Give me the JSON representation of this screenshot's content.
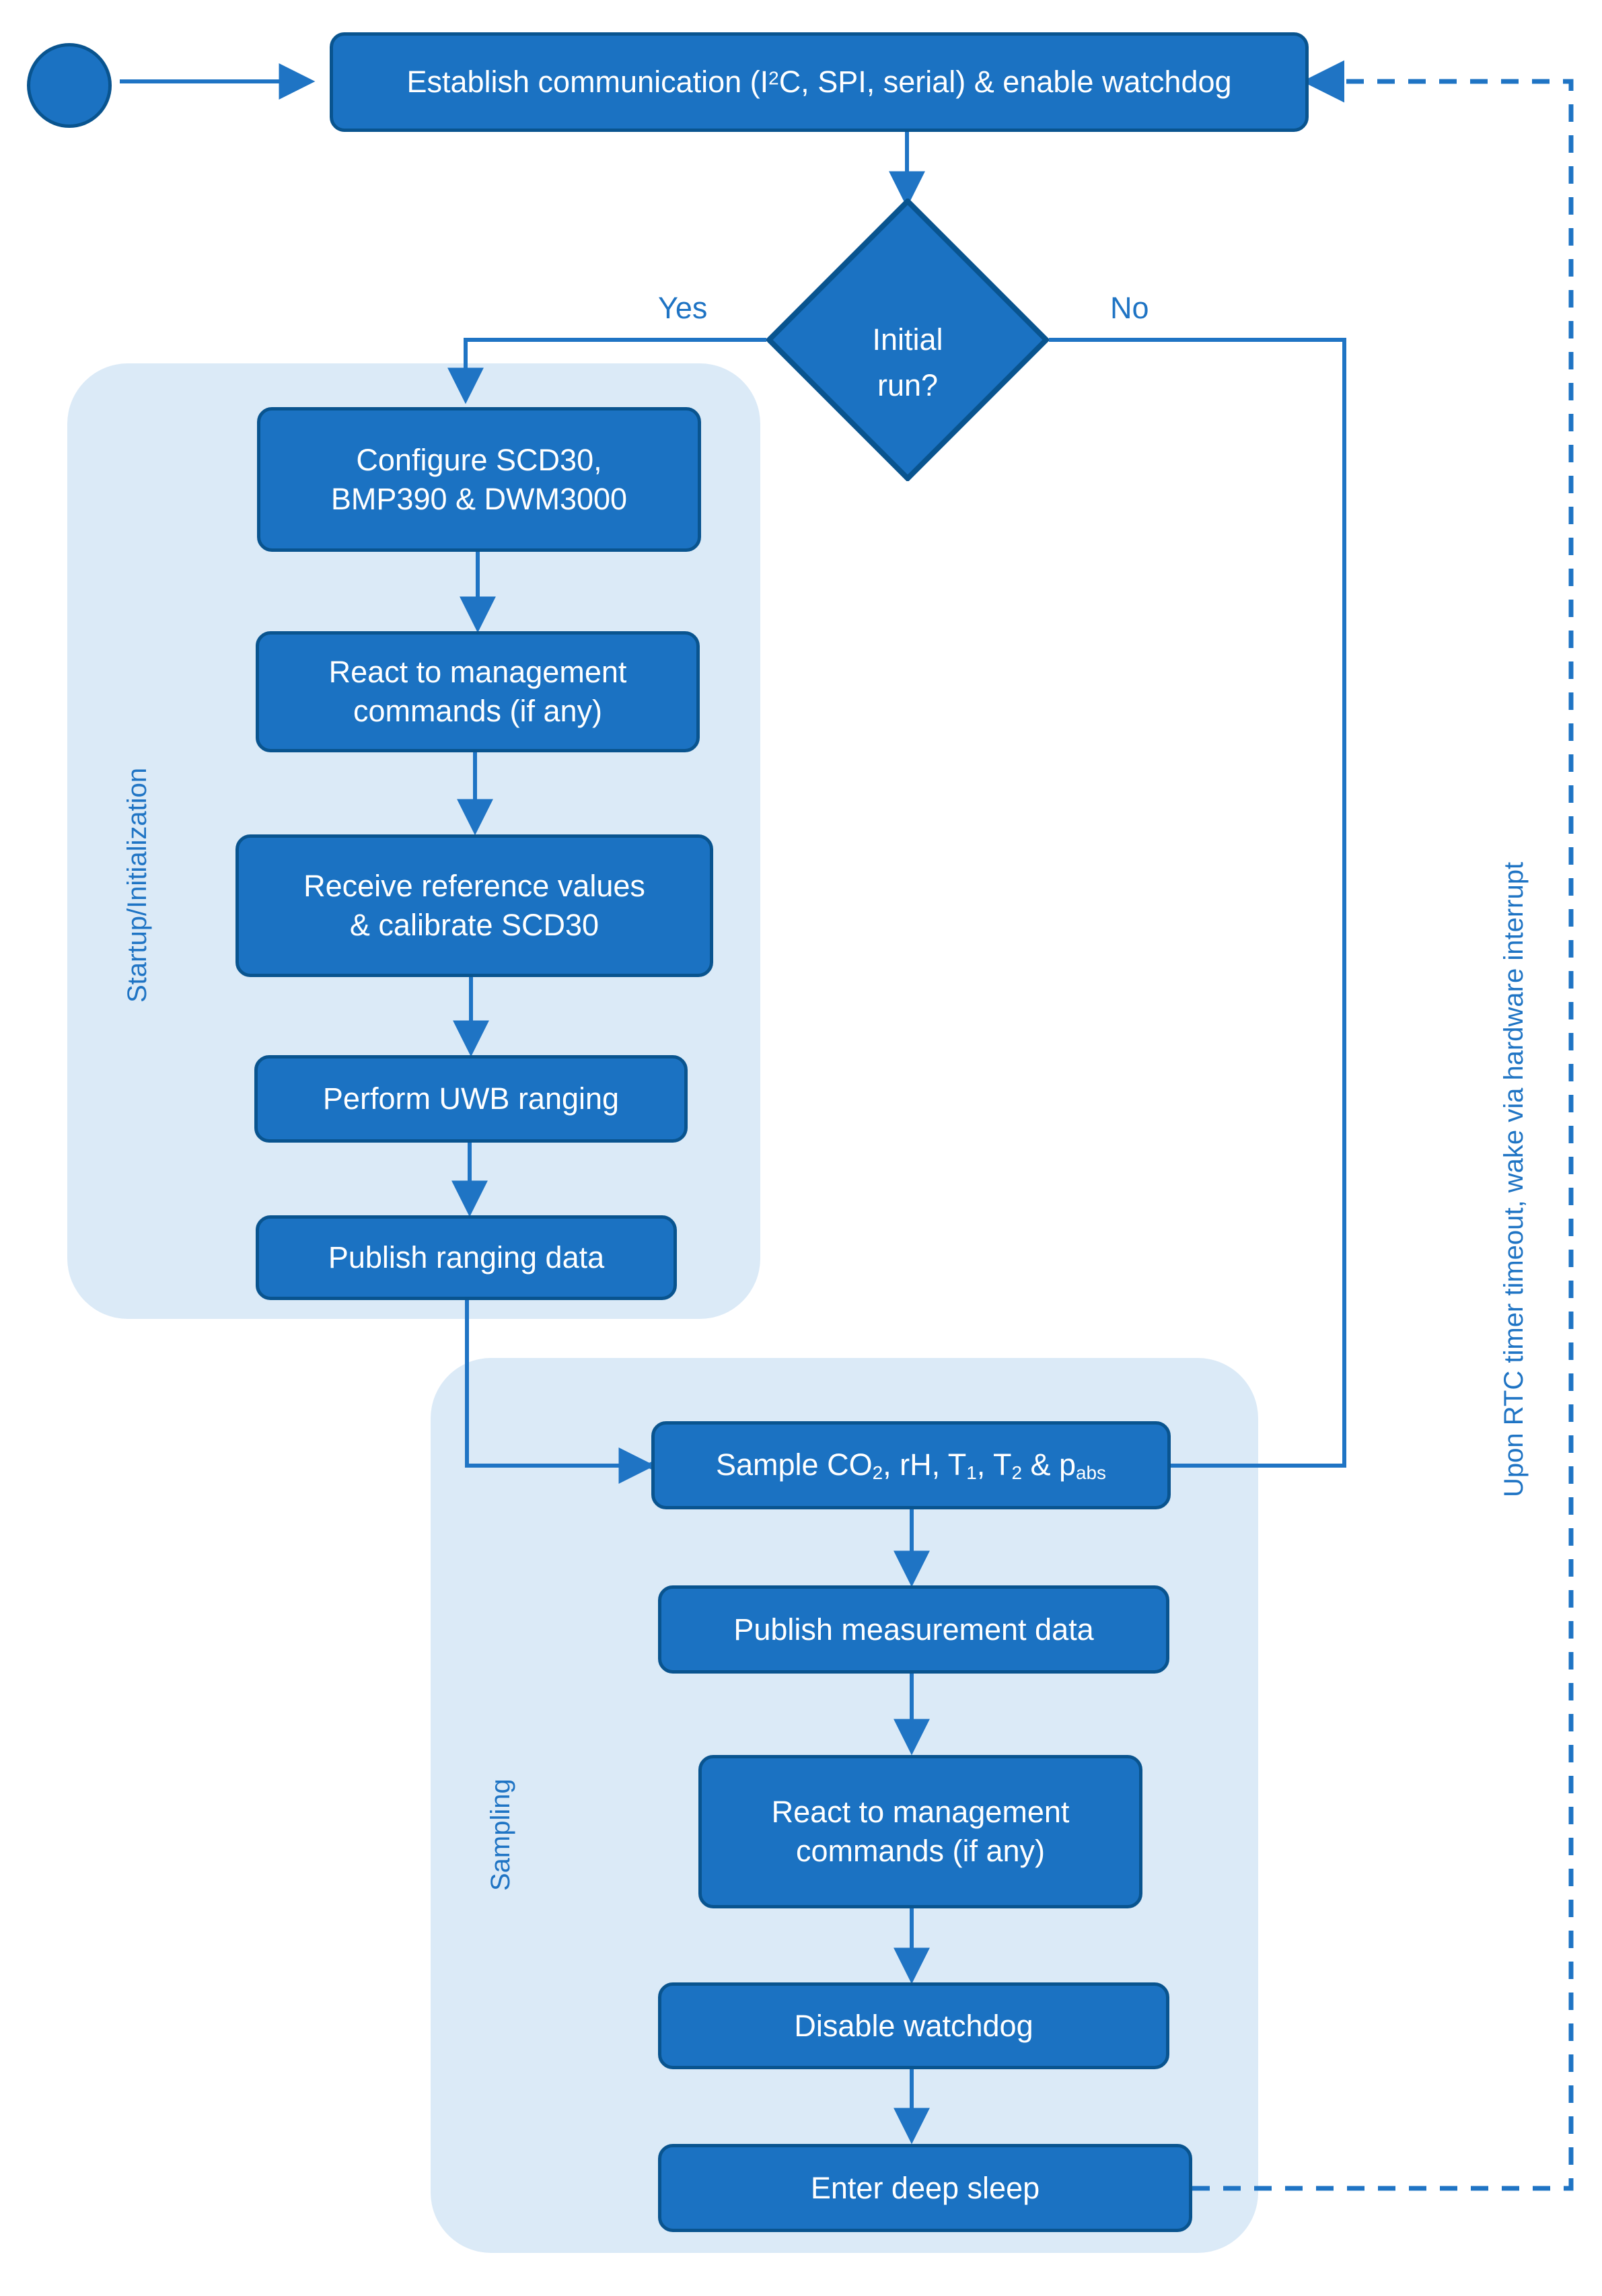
{
  "diagram": {
    "title": "Sensor node firmware flowchart",
    "colors": {
      "node_fill": "#1b72c2",
      "node_border": "#09548f",
      "lane_fill": "#dbeaf7",
      "line": "#1f74c4",
      "text_on_node": "#ffffff"
    },
    "start": {
      "name": "start-terminator"
    },
    "nodes": {
      "establish": "Establish communication (I2C, SPI, serial) & enable watchdog",
      "configure": "Configure SCD30, BMP390 & DWM3000",
      "react_init": "React to management commands (if any)",
      "calibrate": "Receive reference values & calibrate SCD30",
      "ranging": "Perform UWB ranging",
      "publish_ranging": "Publish ranging data",
      "sample": "Sample CO2, rH, T1, T2 & pabs",
      "publish_measurement": "Publish measurement data",
      "react_sampling": "React to management commands (if any)",
      "disable_watchdog": "Disable watchdog",
      "deep_sleep": "Enter deep sleep"
    },
    "decision": {
      "line1": "Initial",
      "line2": "run?"
    },
    "edge_labels": {
      "yes": "Yes",
      "no": "No",
      "wake": "Upon RTC timer timeout, wake via hardware interrupt"
    },
    "lanes": {
      "startup": "Startup/Initialization",
      "sampling": "Sampling"
    }
  }
}
